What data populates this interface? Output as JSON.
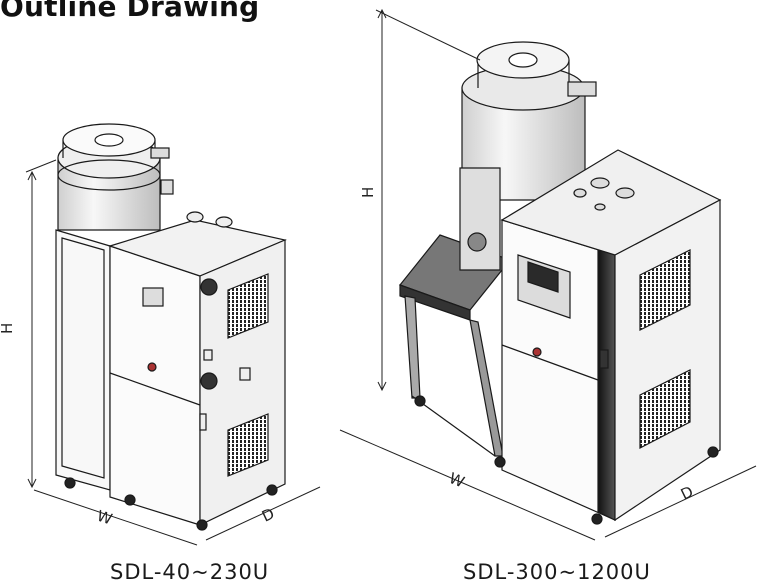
{
  "title": "Outline Drawing",
  "left_unit": {
    "model_label": "SDL-40~230U",
    "dimension_labels": {
      "height": "H",
      "width": "W",
      "depth": "D"
    }
  },
  "right_unit": {
    "model_label": "SDL-300~1200U",
    "dimension_labels": {
      "height": "H",
      "width": "W",
      "depth": "D"
    }
  },
  "colors": {
    "line": "#1a1a1a",
    "panel_dark": "#2b2b2b",
    "panel_light": "#f4f4f4",
    "hopper": "#e8e8e8"
  }
}
